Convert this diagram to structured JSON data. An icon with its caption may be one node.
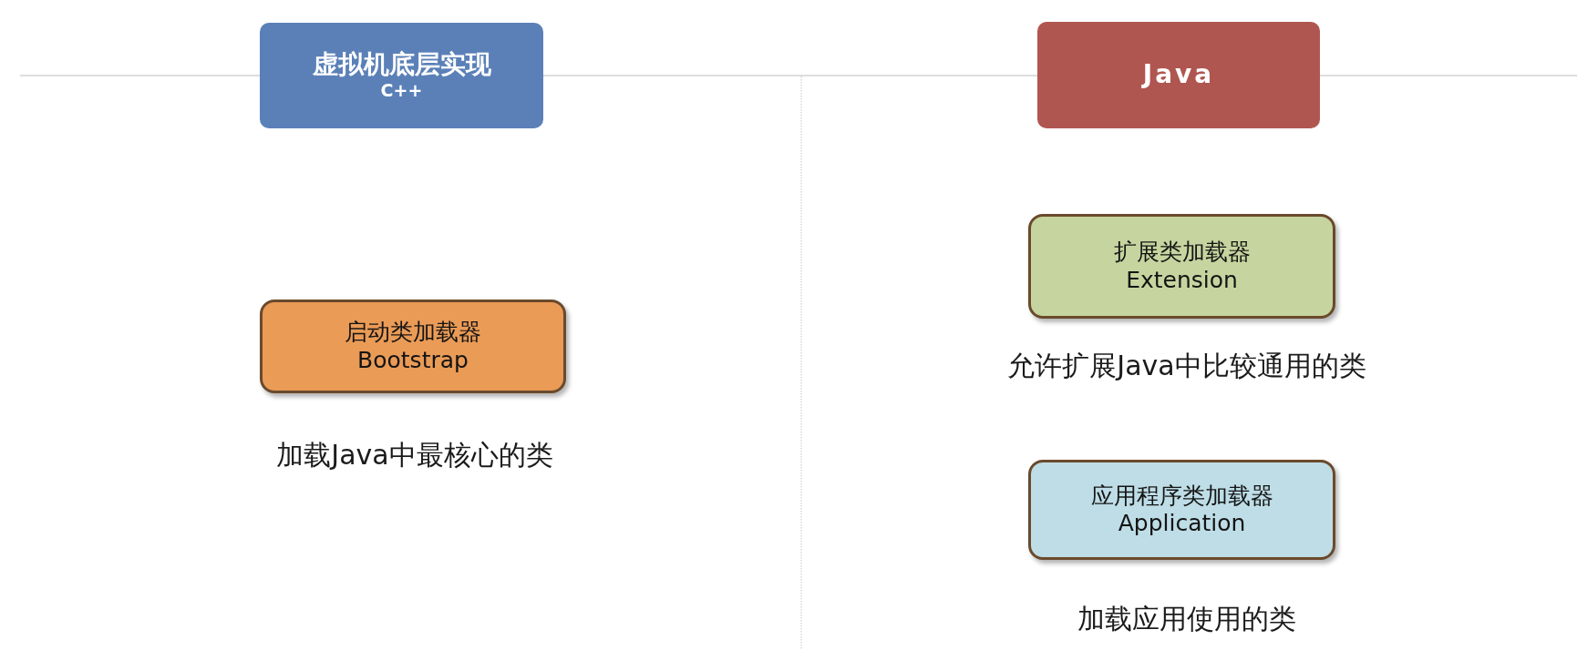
{
  "diagram": {
    "nodes": [
      {
        "text": [
          "虚拟机底层实现",
          "C++"
        ]
      },
      {
        "text": [
          "Java"
        ]
      },
      {
        "text": [
          "启动类加载器",
          "Bootstrap"
        ],
        "beside": [
          "加载Java中最核心的类"
        ]
      },
      {
        "text": [
          "扩展类加载器",
          "Extension"
        ],
        "beside": [
          "允许扩展Java中比较通用的类"
        ]
      },
      {
        "text": [
          "应用程序类加载器",
          "Application"
        ],
        "beside": [
          "加载应用使用的类"
        ]
      }
    ],
    "edges": []
  }
}
